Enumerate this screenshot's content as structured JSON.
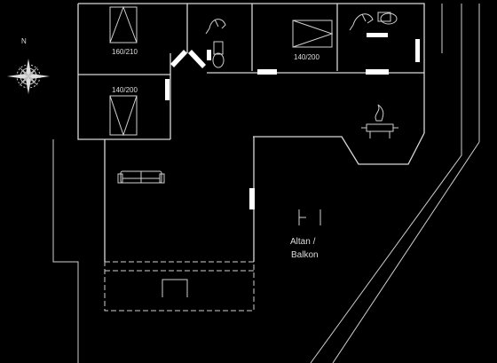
{
  "compass": {
    "north_label": "N",
    "icon": "compass-rose-icon"
  },
  "bedrooms": [
    {
      "size_label": "160/210"
    },
    {
      "size_label": "140/200"
    },
    {
      "size_label": "140/200"
    }
  ],
  "balcony": {
    "line1": "Altan /",
    "line2": "Balkon"
  },
  "icons": [
    "compass-rose-icon",
    "toilet-icon",
    "shower-icon",
    "bed-icon",
    "sofa-icon",
    "fireplace-icon",
    "window-icon"
  ]
}
